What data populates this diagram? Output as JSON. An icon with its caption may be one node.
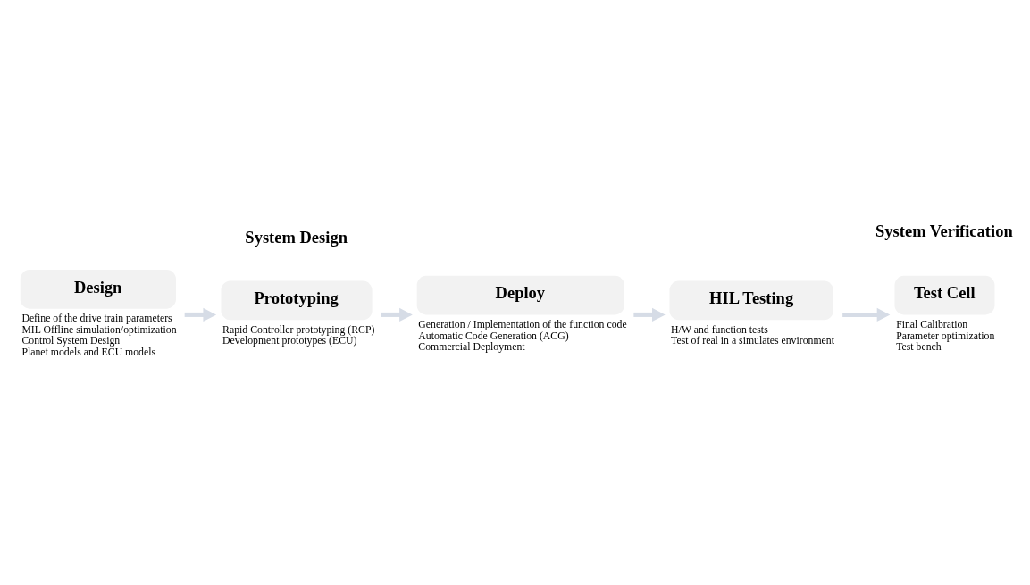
{
  "diagram": {
    "nodes": [
      {
        "text": [
          "Design"
        ],
        "beside": [
          "Define of the drive train parameters",
          "MIL Offline simulation/optimization",
          "Control System Design",
          "Planet models and ECU models"
        ]
      },
      {
        "text": [
          "Prototyping"
        ],
        "beside": [
          "Rapid Controller prototyping (RCP)",
          "Development prototypes (ECU)"
        ]
      },
      {
        "text": [
          "Deploy"
        ],
        "beside": [
          "Generation / Implementation of the function code",
          "Automatic Code Generation (ACG)",
          "Commercial Deployment"
        ]
      },
      {
        "text": [
          "HIL Testing"
        ],
        "beside": [
          "H/W and function tests",
          "Test of real in a simulates environment"
        ]
      },
      {
        "text": [
          "Test Cell"
        ],
        "beside": [
          "Final Calibration",
          "Parameter optimization",
          "Test bench"
        ]
      }
    ],
    "edges": [
      {
        "from": 0,
        "to": 1,
        "arrow": "to"
      },
      {
        "from": 1,
        "to": 2,
        "arrow": "to"
      },
      {
        "from": 2,
        "to": 3,
        "arrow": "to"
      },
      {
        "from": 3,
        "to": 4,
        "arrow": "to"
      }
    ],
    "labels": [
      "System Design",
      "System Verification"
    ]
  }
}
